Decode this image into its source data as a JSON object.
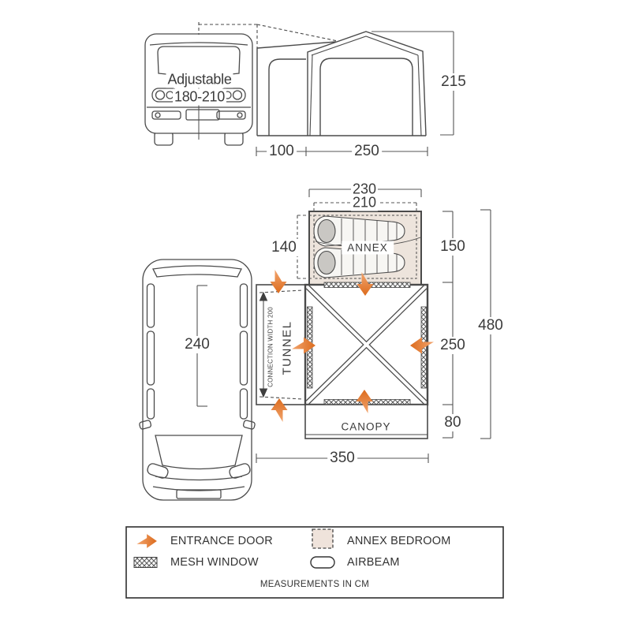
{
  "side_view": {
    "adjustable_line1": "Adjustable",
    "adjustable_line2": "180-210",
    "height": "215",
    "tunnel_depth": "100",
    "awning_depth": "250"
  },
  "floor_plan": {
    "annex_label": "ANNEX",
    "tunnel_label": "TUNNEL",
    "canopy_label": "CANOPY",
    "connection_label": "CONNECTION WIDTH 200",
    "annex_width_outer": "230",
    "annex_width_inner": "210",
    "annex_depth_inner": "140",
    "annex_depth": "150",
    "main_depth": "250",
    "canopy_depth": "80",
    "total_depth": "480",
    "total_width": "350",
    "van_length": "240"
  },
  "legend": {
    "entrance_door": "ENTRANCE DOOR",
    "mesh_window": "MESH WINDOW",
    "annex_bedroom": "ANNEX BEDROOM",
    "airbeam": "AIRBEAM",
    "note": "MEASUREMENTS IN CM"
  },
  "colors": {
    "accent_orange": "#E07A2E",
    "annex_fill": "#EDE4DC",
    "line": "#4A4A4A"
  }
}
